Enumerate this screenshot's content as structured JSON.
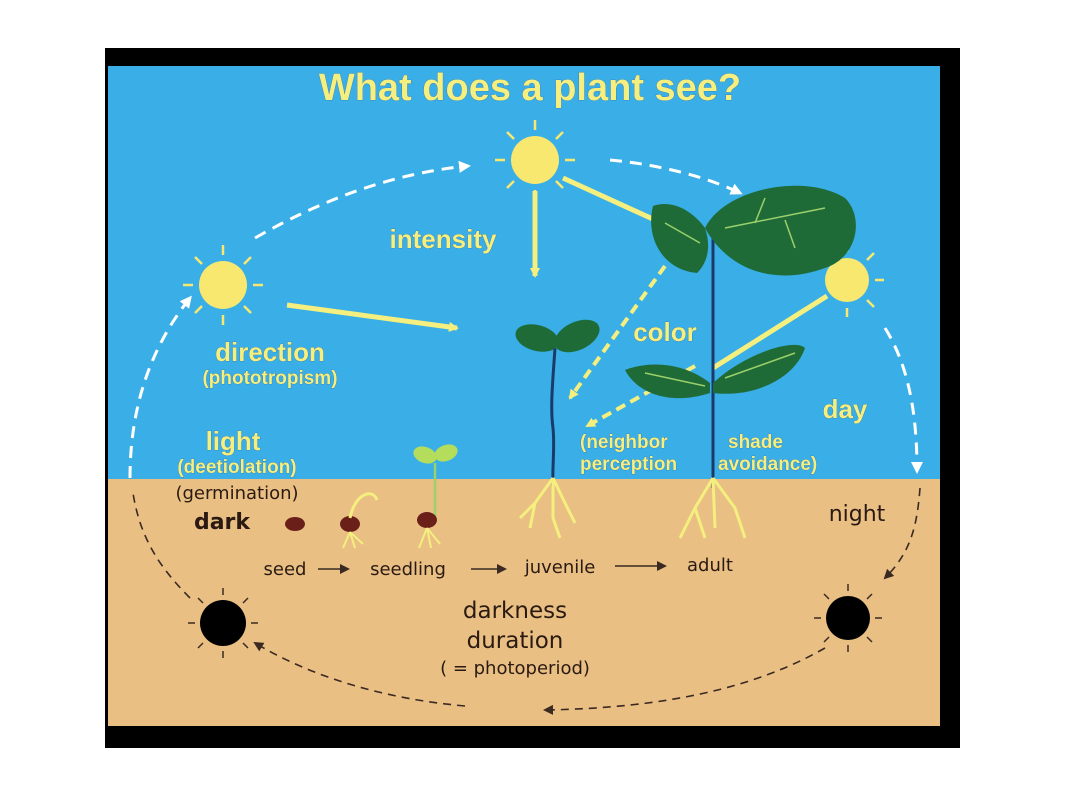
{
  "title": "What does a plant see?",
  "sky_labels": {
    "intensity": "intensity",
    "direction": "direction",
    "direction_sub": "(phototropism)",
    "color": "color",
    "day": "day",
    "light": "light",
    "light_sub": "(deetiolation)",
    "neighbor_1": "(neighbor",
    "neighbor_2": "perception",
    "shade_1": "shade",
    "shade_2": "avoidance)"
  },
  "soil_labels": {
    "germination": "(germination)",
    "dark": "dark",
    "night": "night",
    "darkness_1": "darkness",
    "darkness_2": "duration",
    "photoperiod": "( = photoperiod)"
  },
  "stages": [
    "seed",
    "seedling",
    "juvenile",
    "adult"
  ],
  "colors": {
    "sky": "#3aaee6",
    "soil": "#e9bf84",
    "sun": "#f8e870",
    "label_yellow": "#f4ef7e",
    "leaf": "#1f6b38",
    "dark_sun": "#000000"
  },
  "icons": {
    "sun": "sun-icon",
    "dark_sun": "dark-sun-icon",
    "plant": "plant-icon",
    "seed": "seed-icon"
  }
}
